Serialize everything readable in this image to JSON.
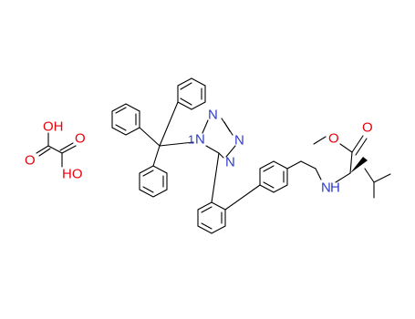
{
  "colors": {
    "background": "#ffffff",
    "bond": "#000000",
    "oxygen": "#e8000b",
    "nitrogen": "#2d3cc8"
  },
  "oxalic_acid": {
    "oh_top": "OH",
    "o_left": "O",
    "o_right": "O",
    "oh_bottom": "HO"
  },
  "tetrazole": {
    "n1_locant": "1",
    "n1": "N",
    "n2": "N",
    "n3": "N",
    "n4": "N"
  },
  "ester": {
    "carbonyl_o": "O",
    "methoxy_o": "O"
  },
  "amine": {
    "nh": "N",
    "h": "H"
  }
}
